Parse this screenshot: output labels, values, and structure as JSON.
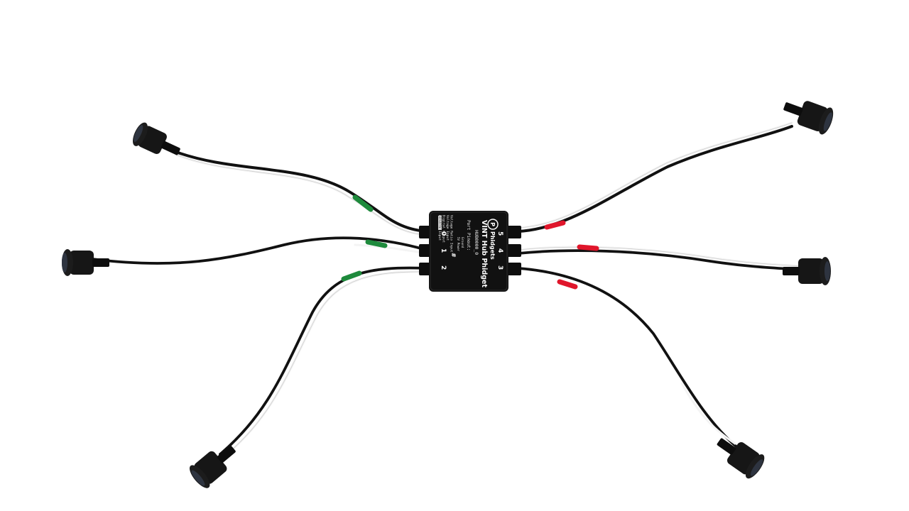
{
  "scene": {
    "background_color": "#ffffff",
    "hub": {
      "brand": "Phidgets",
      "title": "VINT Hub Phidget",
      "model": "HUB0000_0",
      "pinout_title": "Port Pinout:",
      "pinout_lines": [
        "Digital Input",
        "Digital Output",
        "Voltage Input",
        "Voltage Ratio Input"
      ],
      "pin_labels": [
        "Ground",
        "5V Power",
        "#"
      ],
      "sensor_badge": "DIGITAL",
      "ports": [
        "5",
        "4",
        "3",
        "0",
        "1",
        "2"
      ]
    },
    "cable_marker_colors": {
      "green": "#1e8a3c",
      "red": "#e0162b"
    },
    "cable_count": 6
  }
}
